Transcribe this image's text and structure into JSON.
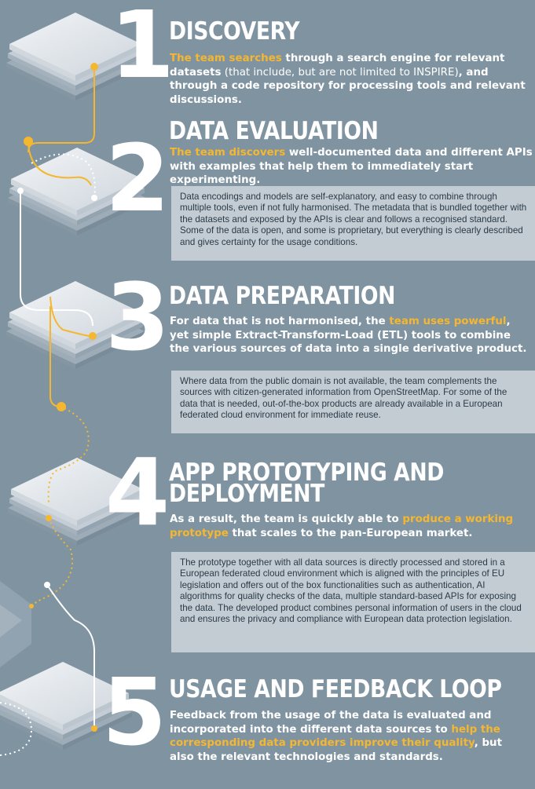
{
  "colors": {
    "background": "#7f93a1",
    "accent": "#f5b72f",
    "box_background": "#c3ccd3",
    "title": "#ffffff"
  },
  "steps": [
    {
      "number": "1",
      "title": "DISCOVERY",
      "lead": {
        "highlight": "The team searches",
        "part1": " through a search engine for relevant datasets",
        "normal": " (that include, but are not limited to INSPIRE)",
        "part2": ", and through a code repository for processing tools and relevant discussions."
      }
    },
    {
      "number": "2",
      "title": "DATA EVALUATION",
      "lead": {
        "highlight": "The team discovers",
        "rest": " well-documented data and different APIs with examples that help them to immediately start experimenting."
      },
      "box": "Data encodings and models are self-explanatory, and easy to combine through multiple tools, even if not fully harmonised. The metadata that is bundled together with the datasets and exposed by the APIs is clear and follows a recognised standard. Some of the data is open, and some is proprietary, but everything is clearly described and gives certainty for the usage conditions."
    },
    {
      "number": "3",
      "title": "DATA PREPARATION",
      "lead": {
        "part1": "For data that is not harmonised, the ",
        "highlight": "team uses powerful",
        "part2": ", yet simple Extract-Transform-Load (ETL) tools to combine the various sources of data into a single derivative product."
      },
      "box": "Where data from the public domain is not available, the team complements the sources with citizen-generated information from OpenStreetMap. For some of the data that is needed, out-of-the-box products are already available in a European federated cloud environment for immediate reuse."
    },
    {
      "number": "4",
      "title_line1": "APP PROTOTYPING AND",
      "title_line2": "DEPLOYMENT",
      "lead": {
        "part1": "As a result, the team is quickly able to ",
        "highlight": "produce a working prototype",
        "part2": " that scales to the pan-European market."
      },
      "box": "The prototype together with all data sources is directly processed and stored in a European federated cloud environment which is aligned with the principles of EU legislation and offers out of the box functionalities such as authentication, AI algorithms for quality checks of the data, multiple standard-based APIs for exposing the data. The developed product combines personal information of users in the cloud and ensures the privacy and compliance with European data protection legislation."
    },
    {
      "number": "5",
      "title": "USAGE AND FEEDBACK LOOP",
      "lead": {
        "part1": "Feedback from the usage of the data is evaluated and incorporated into the different data sources to ",
        "highlight": "help the corresponding data providers improve their quality",
        "part2": ", but also the relevant technologies and standards."
      }
    }
  ]
}
